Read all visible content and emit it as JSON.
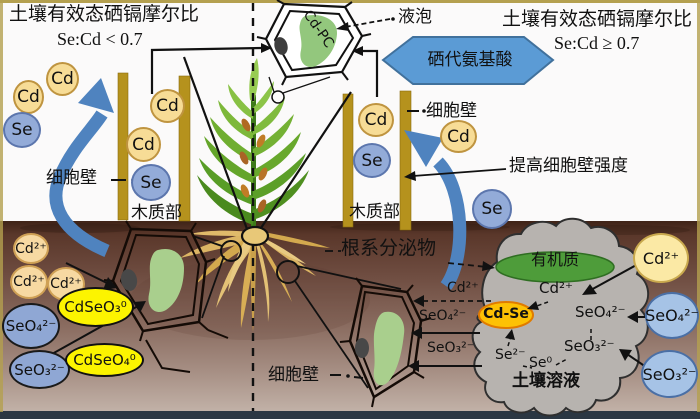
{
  "headers": {
    "left": {
      "title": "土壤有效态硒镉摩尔比",
      "ratio": "Se:Cd < 0.7"
    },
    "right": {
      "title": "土壤有效态硒镉摩尔比",
      "ratio": "Se:Cd ≥ 0.7"
    }
  },
  "labels": {
    "vacuole": "液泡",
    "seleno_amino_acid": "硒代氨基酸",
    "cd_pc": "Cd-PC",
    "cell_wall_left": "细胞壁",
    "cell_wall_right": "细胞壁",
    "cell_wall_root": "细胞壁",
    "xylem_left": "木质部",
    "xylem_right": "木质部",
    "strengthen_cell_wall": "提高细胞壁强度",
    "root_exudates": "根系分泌物",
    "organic_matter": "有机质",
    "soil_solution": "土壤溶液"
  },
  "ions": {
    "cd": "Cd",
    "se": "Se",
    "cd2": "Cd²⁺",
    "seo4": "SeO₄²⁻",
    "seo3": "SeO₃²⁻",
    "se2": "Se²⁻",
    "se0": "Se⁰",
    "cdseo3": "CdSeO₃⁰",
    "cdseo4": "CdSeO₄⁰",
    "cdse": "Cd-Se"
  },
  "colors": {
    "cd_chip": "#f7dc96",
    "se_chip": "#93abd8",
    "blue_arrow": "#4f83bf",
    "seleno_banner": "#5b9bd5",
    "xylem_bar": "#b5921d",
    "yellow_complex": "#fcf400",
    "blue_ion": "#8fa7d4",
    "cloud_gray": "#b7b3af",
    "organic_green": "#4e9c3a",
    "cdse_orange": "#fdc104",
    "vacuole_green": "#93c77d",
    "soil_dark": "#3f2317",
    "soil_light": "#c2b2a8"
  }
}
